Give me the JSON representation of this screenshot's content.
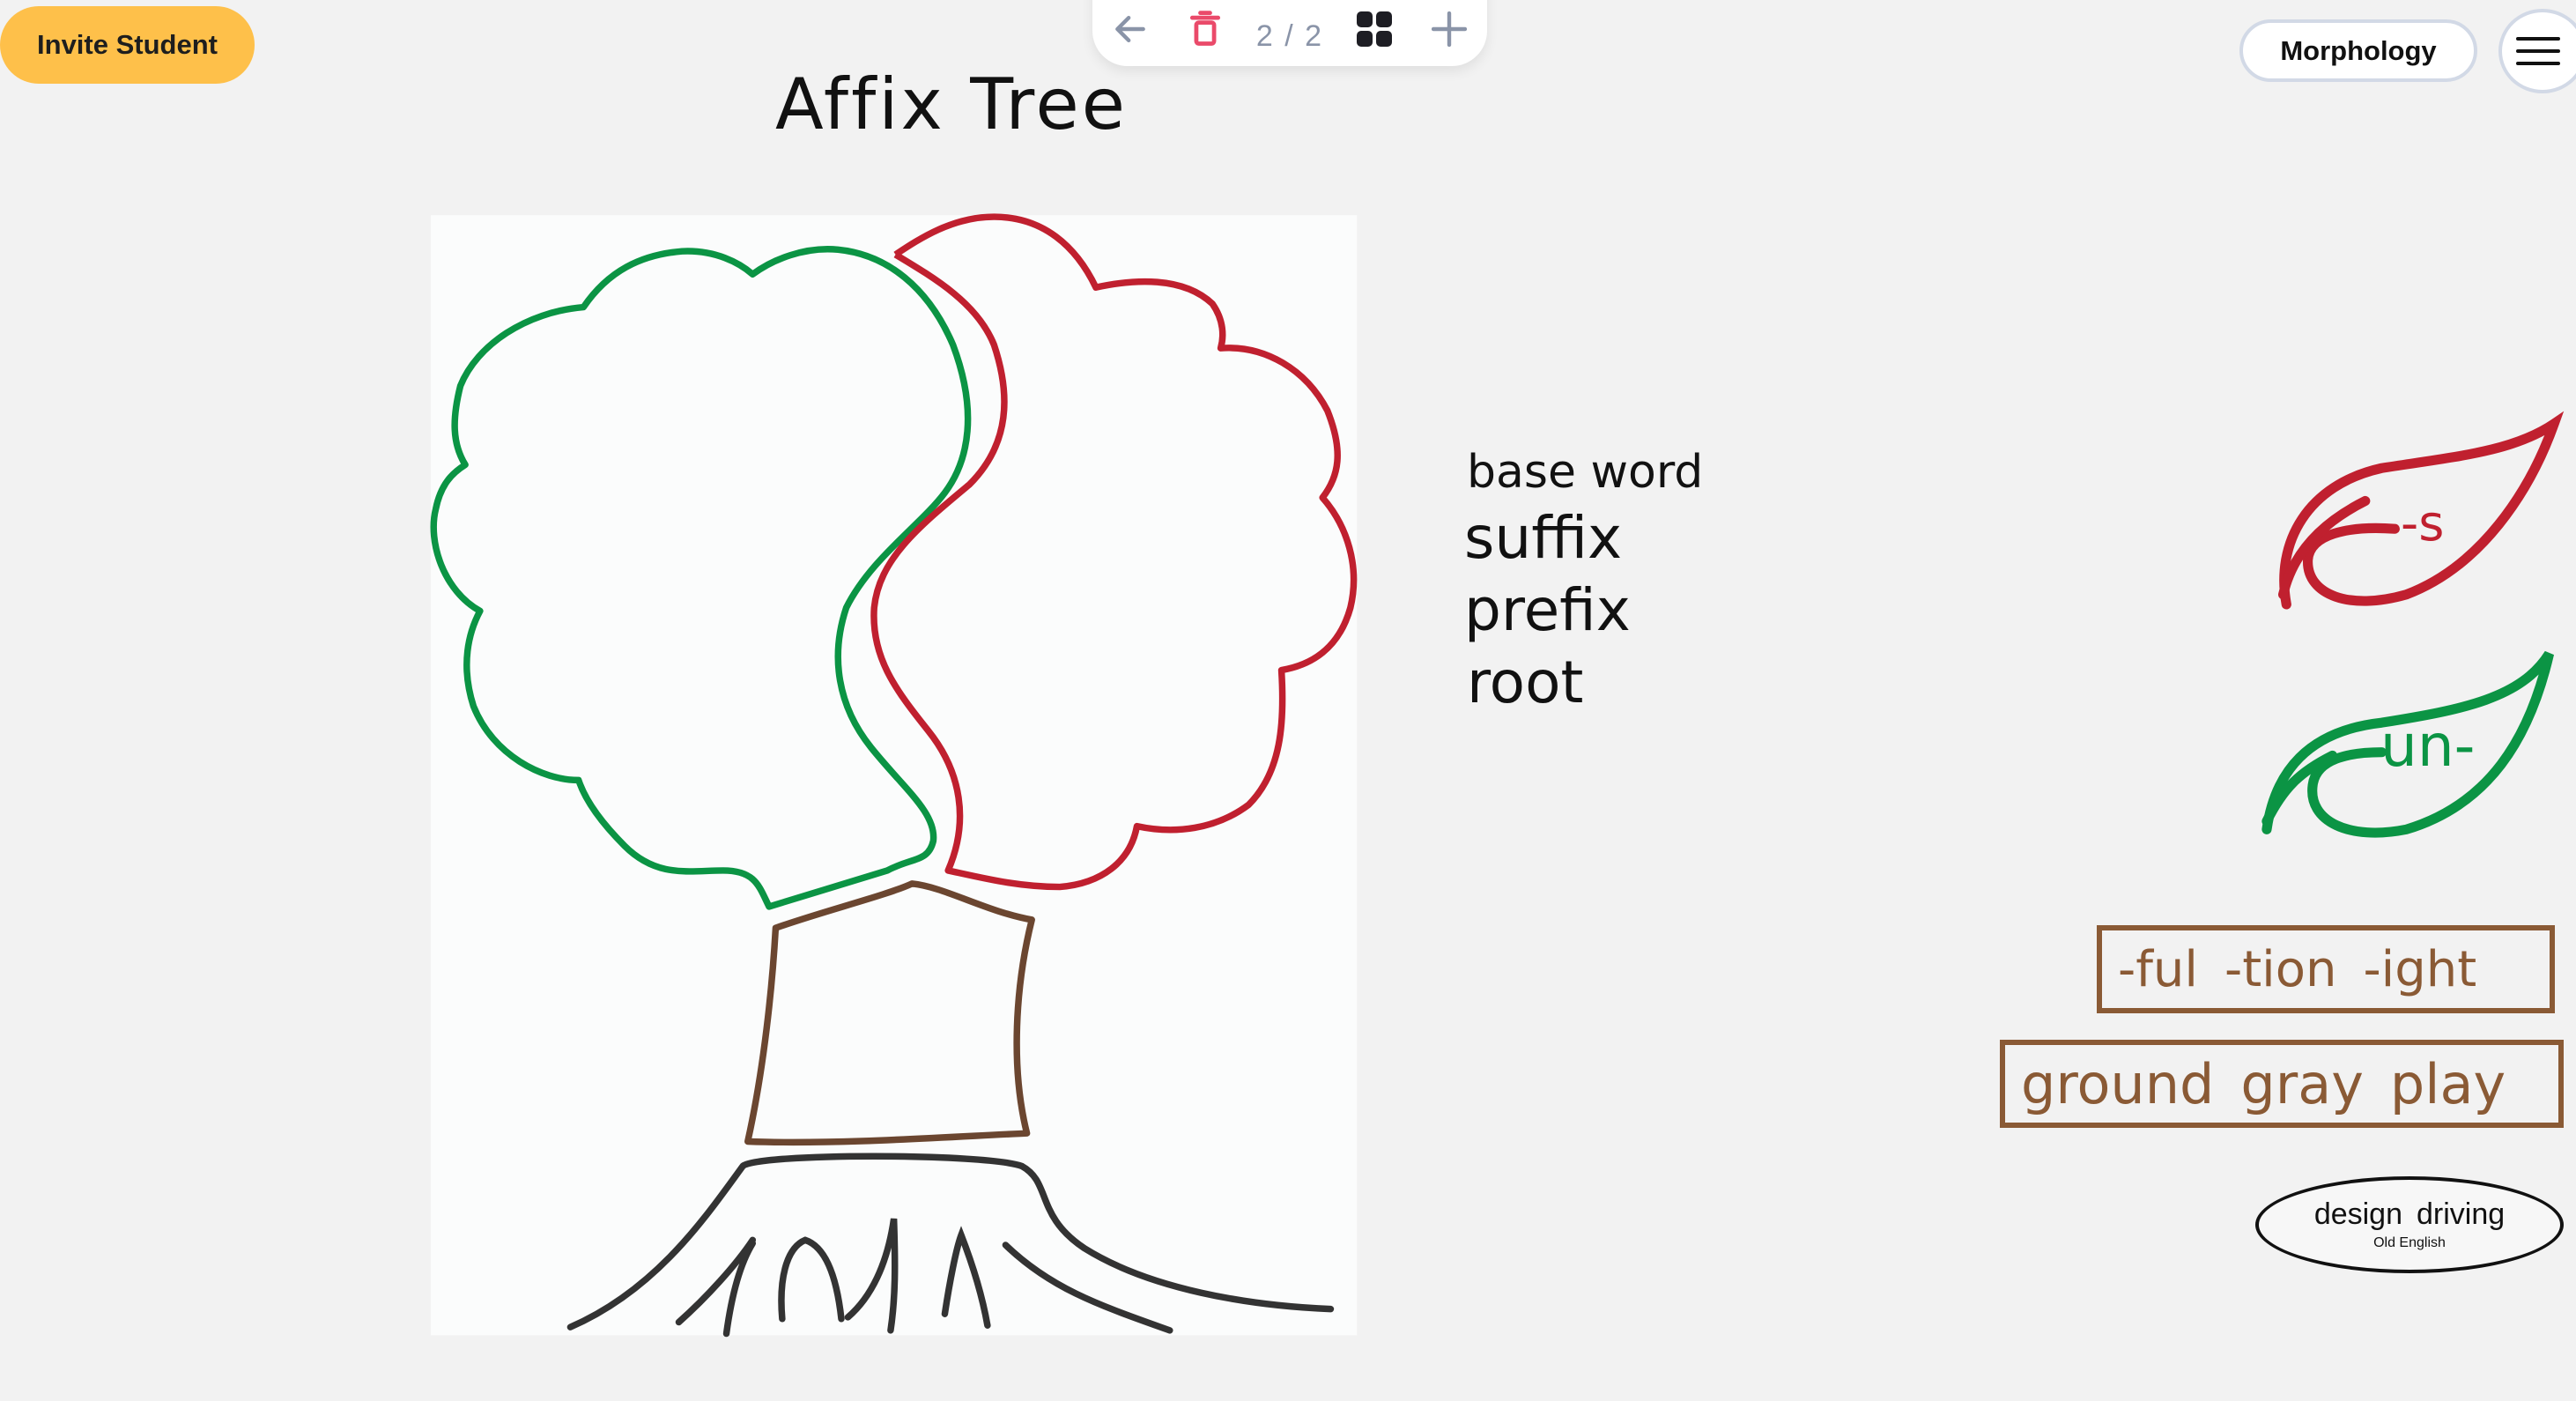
{
  "header": {
    "invite_label": "Invite Student",
    "page_indicator": "2 / 2",
    "toolbar_icons": [
      "arrow-left-icon",
      "trash-icon",
      "grid-icon",
      "plus-icon"
    ],
    "mode_label": "Morphology",
    "menu_icon": "hamburger-menu-icon"
  },
  "board": {
    "title": "Affix Tree",
    "labels": [
      "base word",
      "suffix",
      "prefix",
      "root"
    ],
    "tree_colors": {
      "prefix_crown": "#0b9444",
      "suffix_crown": "#c0202f",
      "trunk": "#6b4630",
      "roots": "#333333"
    }
  },
  "pieces": {
    "suffix_leaf": {
      "text": "-s",
      "color": "#c0202f"
    },
    "prefix_leaf": {
      "text": "un-",
      "color": "#0b9444"
    },
    "suffix_card": {
      "texts": [
        "-ful",
        "-tion",
        "-ight"
      ],
      "color": "#8a5a35"
    },
    "base_card": {
      "texts": [
        "ground",
        "gray",
        "play"
      ],
      "color": "#8a5a35"
    },
    "root_oval": {
      "texts": [
        "design",
        "driving"
      ],
      "origin": "Old English"
    }
  },
  "colors": {
    "accent": "#fec04a",
    "delete": "#ea4a6a"
  }
}
